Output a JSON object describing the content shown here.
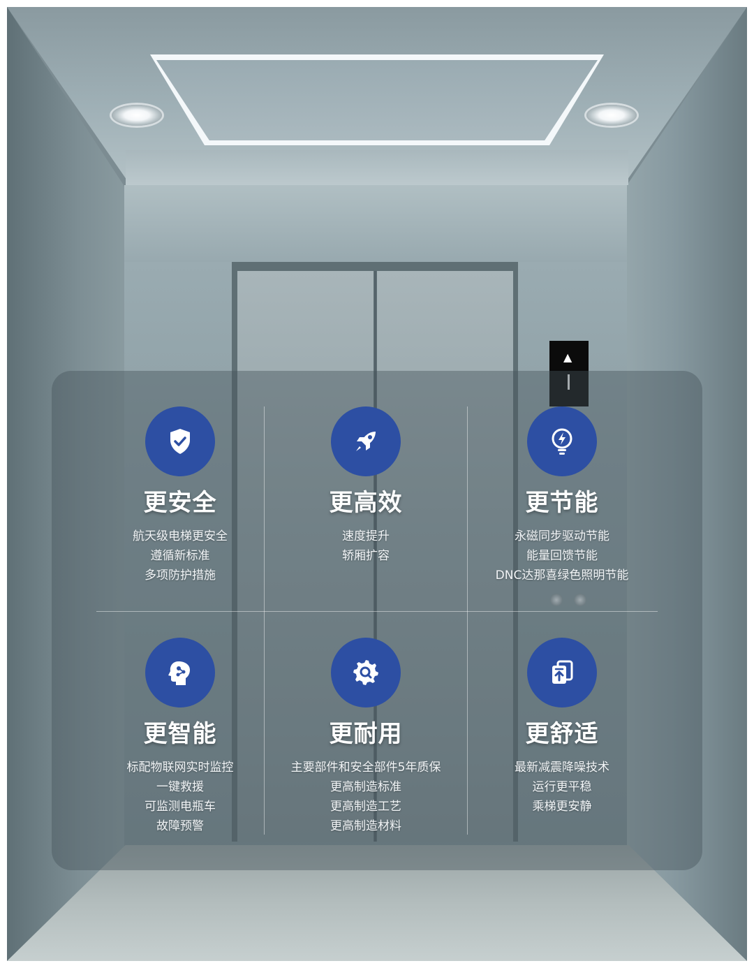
{
  "features": [
    {
      "title": "更安全",
      "icon": "shield-check-icon",
      "lines": [
        "航天级电梯更安全",
        "遵循新标准",
        "多项防护措施"
      ]
    },
    {
      "title": "更高效",
      "icon": "rocket-icon",
      "lines": [
        "速度提升",
        "轿厢扩容"
      ]
    },
    {
      "title": "更节能",
      "icon": "energy-bulb-icon",
      "lines": [
        "永磁同步驱动节能",
        "能量回馈节能",
        "DNC达那喜绿色照明节能"
      ]
    },
    {
      "title": "更智能",
      "icon": "smart-head-icon",
      "lines": [
        "标配物联网实时监控",
        "一键救援",
        "可监测电瓶车",
        "故障预警"
      ]
    },
    {
      "title": "更耐用",
      "icon": "gear-search-icon",
      "lines": [
        "主要部件和安全部件5年质保",
        "更高制造标准",
        "更高制造工艺",
        "更高制造材料"
      ]
    },
    {
      "title": "更舒适",
      "icon": "document-upload-icon",
      "lines": [
        "最新减震降噪技术",
        "运行更平稳",
        "乘梯更安静"
      ]
    }
  ],
  "colors": {
    "icon_circle": "#2d4fa3",
    "title_text": "#ffffff"
  }
}
